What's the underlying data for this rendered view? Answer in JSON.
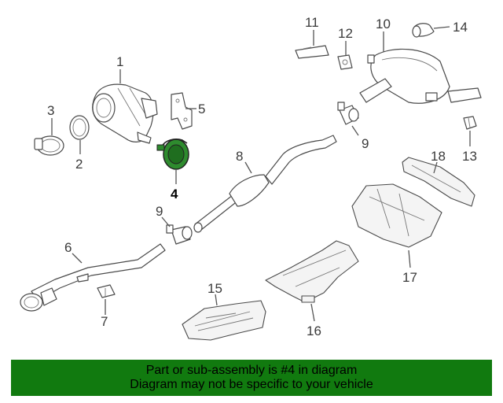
{
  "callouts": [
    {
      "id": "1",
      "text": "1"
    },
    {
      "id": "2",
      "text": "2"
    },
    {
      "id": "3",
      "text": "3"
    },
    {
      "id": "4",
      "text": "4"
    },
    {
      "id": "5",
      "text": "5"
    },
    {
      "id": "6",
      "text": "6"
    },
    {
      "id": "7",
      "text": "7"
    },
    {
      "id": "8",
      "text": "8"
    },
    {
      "id": "9a",
      "text": "9"
    },
    {
      "id": "9b",
      "text": "9"
    },
    {
      "id": "10",
      "text": "10"
    },
    {
      "id": "11",
      "text": "11"
    },
    {
      "id": "12",
      "text": "12"
    },
    {
      "id": "13",
      "text": "13"
    },
    {
      "id": "14",
      "text": "14"
    },
    {
      "id": "15",
      "text": "15"
    },
    {
      "id": "16",
      "text": "16"
    },
    {
      "id": "17",
      "text": "17"
    },
    {
      "id": "18",
      "text": "18"
    }
  ],
  "highlight": {
    "part": "4",
    "color": "#2e8b2e"
  },
  "banner": {
    "line1": "Part or sub-assembly is #4 in diagram",
    "line2": "Diagram may not be specific to your vehicle",
    "color": "#117a0f"
  }
}
